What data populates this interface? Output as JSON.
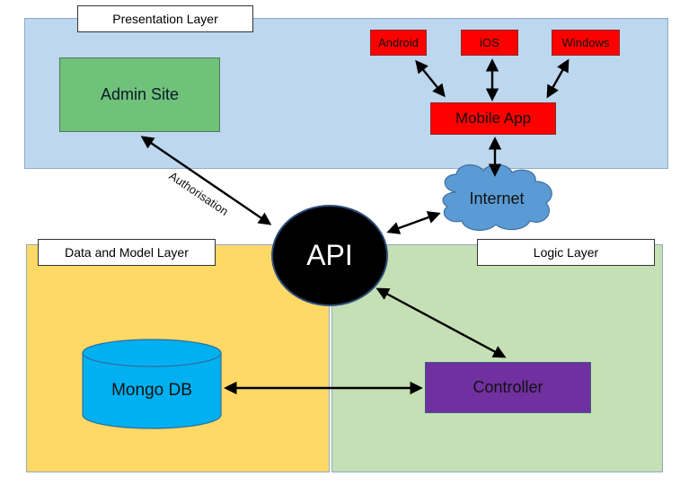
{
  "layers": {
    "presentation": "Presentation Layer",
    "data_model": "Data and Model Layer",
    "logic": "Logic Layer"
  },
  "nodes": {
    "admin_site": "Admin Site",
    "android": "Android",
    "ios": "iOS",
    "windows": "Windows",
    "mobile_app": "Mobile App",
    "internet": "Internet",
    "api": "API",
    "mongo_db": "Mongo DB",
    "controller": "Controller"
  },
  "edges": {
    "authorisation": "Authorisation"
  },
  "colors": {
    "presentation_bg": "#bdd7ee",
    "data_bg": "#ffd966",
    "logic_bg": "#c5e0b4",
    "admin_fill": "#70c17a",
    "mobile_fill": "#ff0000",
    "cloud_fill": "#5b9bd5",
    "db_fill": "#00b0f0",
    "controller_fill": "#7030a0",
    "api_fill": "#000000"
  }
}
